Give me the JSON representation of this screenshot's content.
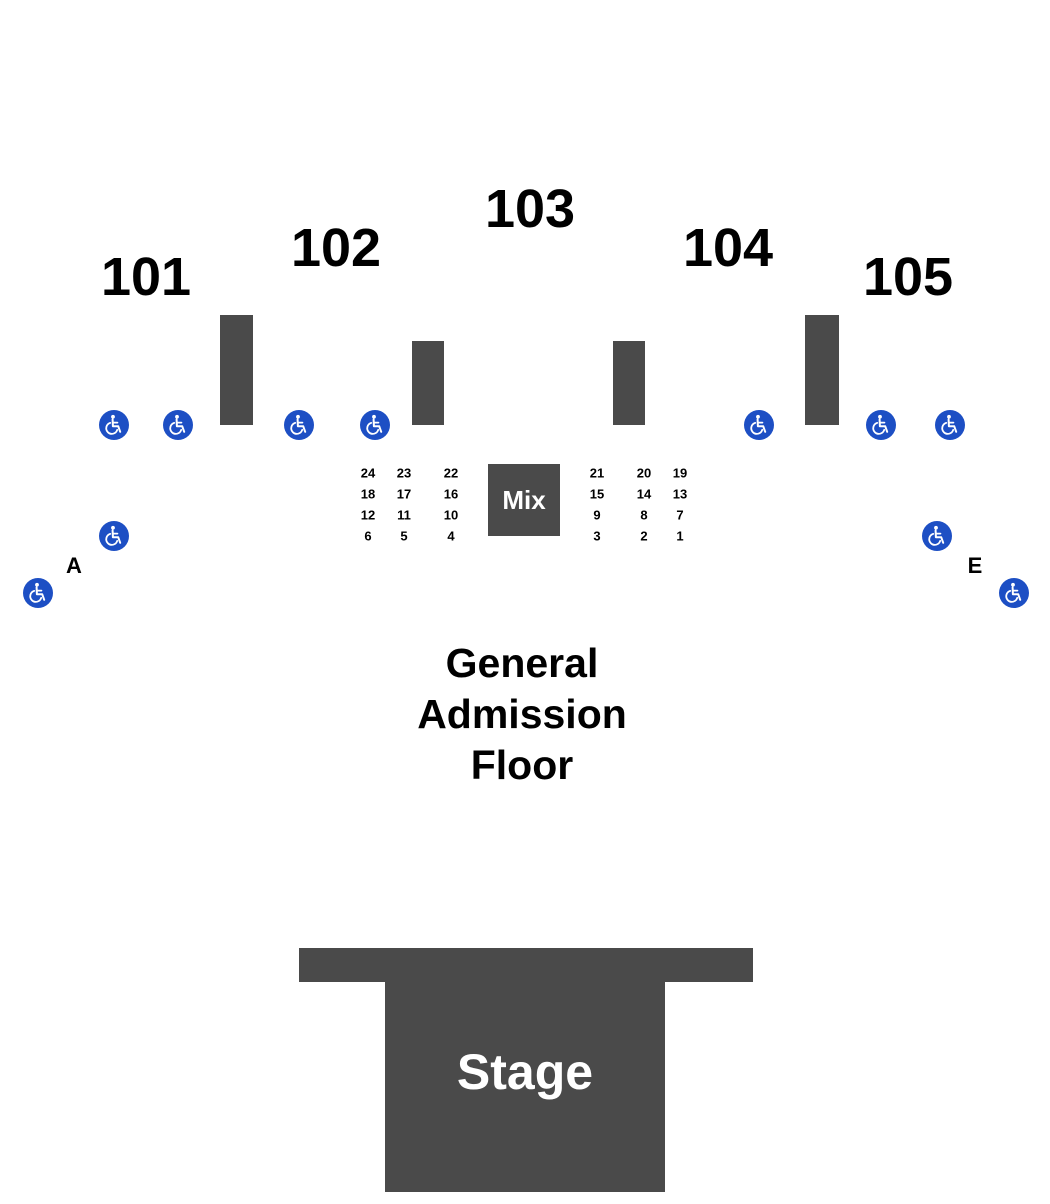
{
  "sections": [
    "101",
    "102",
    "103",
    "104",
    "105"
  ],
  "aisles": [
    "A",
    "E"
  ],
  "seats_left": [
    [
      "24",
      "23",
      "22"
    ],
    [
      "18",
      "17",
      "16"
    ],
    [
      "12",
      "11",
      "10"
    ],
    [
      "6",
      "5",
      "4"
    ]
  ],
  "seats_right": [
    [
      "21",
      "20",
      "19"
    ],
    [
      "15",
      "14",
      "13"
    ],
    [
      "9",
      "8",
      "7"
    ],
    [
      "3",
      "2",
      "1"
    ]
  ],
  "mix_label": "Mix",
  "floor_label_lines": [
    "General",
    "Admission",
    "Floor"
  ],
  "stage_label": "Stage",
  "accessibility_icon": "wheelchair-icon",
  "colors": {
    "structure": "#4a4a4a",
    "accessibility": "#1d4fc4",
    "text": "#000000"
  }
}
